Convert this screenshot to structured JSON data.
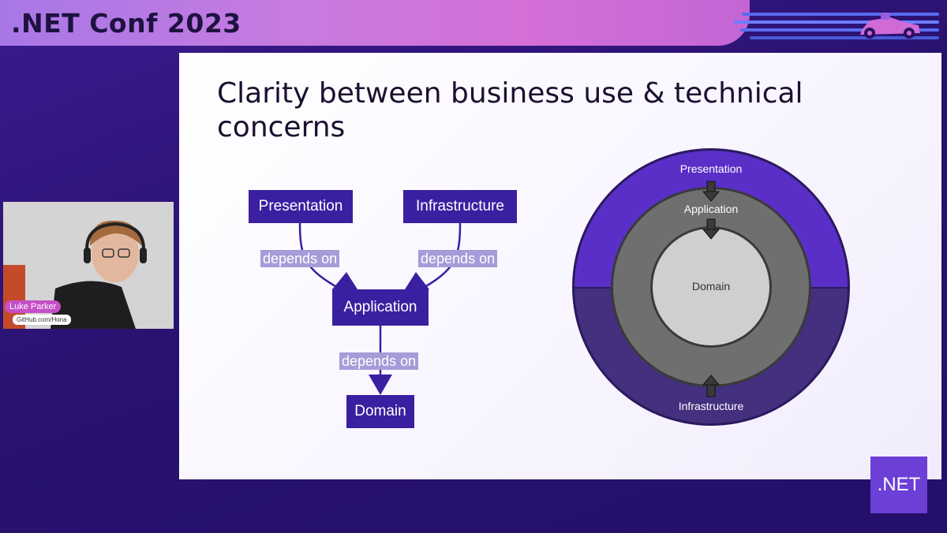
{
  "header": {
    "conference_title": ".NET Conf  2023"
  },
  "slide": {
    "title": "Clarity between business use & technical concerns",
    "dependency_diagram": {
      "boxes": {
        "presentation": "Presentation",
        "infrastructure": "Infrastructure",
        "application": "Application",
        "domain": "Domain"
      },
      "edge_label": "depends on"
    },
    "onion_diagram": {
      "outer_top": "Presentation",
      "middle": "Application",
      "core": "Domain",
      "outer_bottom": "Infrastructure"
    }
  },
  "speaker": {
    "name": "Luke Parker",
    "handle": "GitHub.com/Hona"
  },
  "brand": {
    "logo_text": ".NET"
  },
  "colors": {
    "box_fill": "#3b1fa1",
    "label_fill": "#a69cd8",
    "onion_outer_top": "#5a2fc8",
    "onion_outer_bottom": "#44307e",
    "onion_middle": "#6f6f6f",
    "onion_core": "#cfcfcf"
  }
}
